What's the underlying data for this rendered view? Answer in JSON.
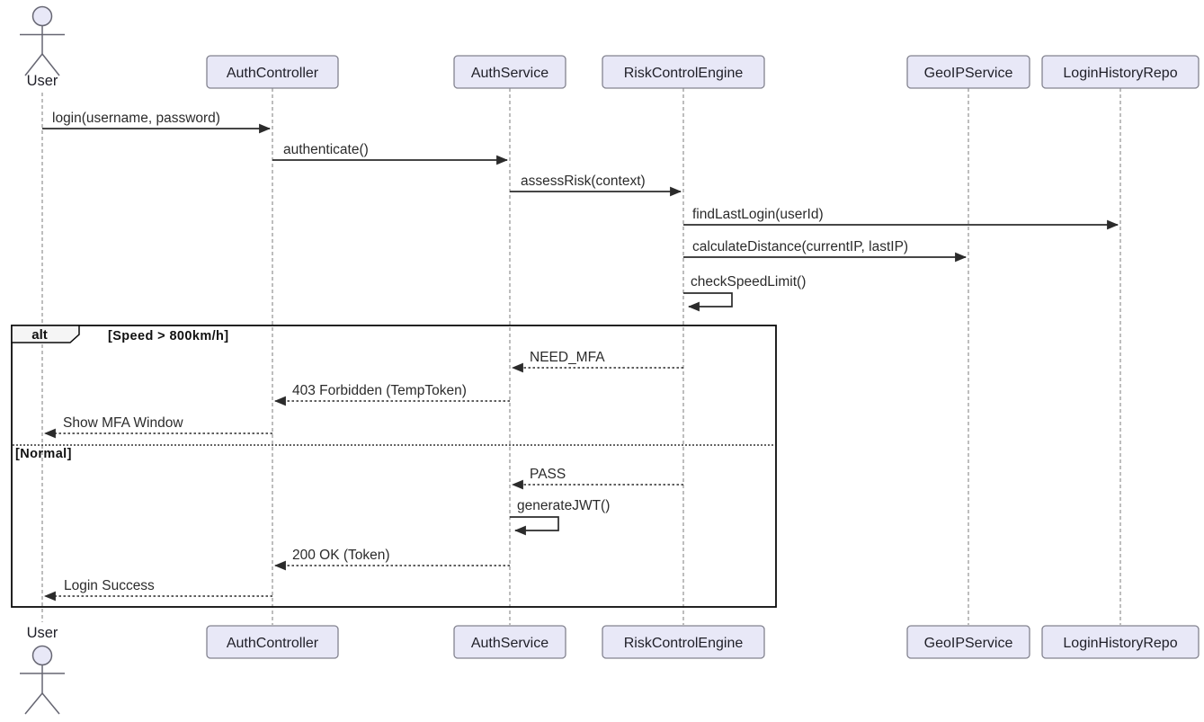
{
  "diagram": {
    "type": "sequence-diagram",
    "participants": [
      {
        "name": "User",
        "kind": "actor"
      },
      {
        "name": "AuthController",
        "kind": "participant"
      },
      {
        "name": "AuthService",
        "kind": "participant"
      },
      {
        "name": "RiskControlEngine",
        "kind": "participant"
      },
      {
        "name": "GeoIPService",
        "kind": "participant"
      },
      {
        "name": "LoginHistoryRepo",
        "kind": "participant"
      }
    ],
    "messages": [
      {
        "from": "User",
        "to": "AuthController",
        "label": "login(username, password)",
        "line": "solid"
      },
      {
        "from": "AuthController",
        "to": "AuthService",
        "label": "authenticate()",
        "line": "solid"
      },
      {
        "from": "AuthService",
        "to": "RiskControlEngine",
        "label": "assessRisk(context)",
        "line": "solid"
      },
      {
        "from": "RiskControlEngine",
        "to": "LoginHistoryRepo",
        "label": "findLastLogin(userId)",
        "line": "solid"
      },
      {
        "from": "RiskControlEngine",
        "to": "GeoIPService",
        "label": "calculateDistance(currentIP, lastIP)",
        "line": "solid"
      },
      {
        "from": "RiskControlEngine",
        "to": "RiskControlEngine",
        "label": "checkSpeedLimit()",
        "line": "self"
      },
      {
        "from": "RiskControlEngine",
        "to": "AuthService",
        "label": "NEED_MFA",
        "line": "dashed"
      },
      {
        "from": "AuthService",
        "to": "AuthController",
        "label": "403 Forbidden (TempToken)",
        "line": "dashed"
      },
      {
        "from": "AuthController",
        "to": "User",
        "label": "Show MFA Window",
        "line": "dashed"
      },
      {
        "from": "RiskControlEngine",
        "to": "AuthService",
        "label": "PASS",
        "line": "dashed"
      },
      {
        "from": "AuthService",
        "to": "AuthService",
        "label": "generateJWT()",
        "line": "self"
      },
      {
        "from": "AuthService",
        "to": "AuthController",
        "label": "200 OK (Token)",
        "line": "dashed"
      },
      {
        "from": "AuthController",
        "to": "User",
        "label": "Login Success",
        "line": "dashed"
      }
    ],
    "alt_frame": {
      "keyword": "alt",
      "condition": "[Speed > 800km/h]",
      "else_label": "[Normal]"
    },
    "colors": {
      "background": "#ffffff",
      "participant_fill": "#e8e8f7",
      "participant_border": "#83838f",
      "lifeline": "#9a9a9a",
      "message": "#2b2b2b",
      "frame_border": "#0a0a0a",
      "frame_label_fill": "#f5f5f5"
    }
  }
}
